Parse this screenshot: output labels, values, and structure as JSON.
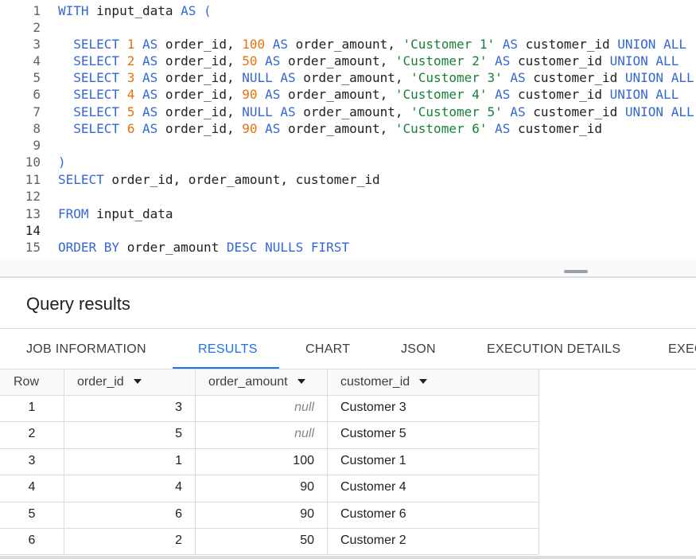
{
  "editor": {
    "lines": [
      {
        "n": "1",
        "tokens": [
          [
            "kw",
            "WITH"
          ],
          [
            "id",
            " input_data "
          ],
          [
            "kw",
            "AS"
          ],
          [
            "kw",
            " ("
          ]
        ]
      },
      {
        "n": "2",
        "tokens": []
      },
      {
        "n": "3",
        "tokens": [
          [
            "kw",
            "  SELECT"
          ],
          [
            "id",
            " "
          ],
          [
            "num",
            "1"
          ],
          [
            "id",
            " "
          ],
          [
            "kw",
            "AS"
          ],
          [
            "id",
            " order_id, "
          ],
          [
            "num",
            "100"
          ],
          [
            "id",
            " "
          ],
          [
            "kw",
            "AS"
          ],
          [
            "id",
            " order_amount, "
          ],
          [
            "str",
            "'Customer 1'"
          ],
          [
            "id",
            " "
          ],
          [
            "kw",
            "AS"
          ],
          [
            "id",
            " customer_id "
          ],
          [
            "kw",
            "UNION ALL"
          ]
        ]
      },
      {
        "n": "4",
        "tokens": [
          [
            "kw",
            "  SELECT"
          ],
          [
            "id",
            " "
          ],
          [
            "num",
            "2"
          ],
          [
            "id",
            " "
          ],
          [
            "kw",
            "AS"
          ],
          [
            "id",
            " order_id, "
          ],
          [
            "num",
            "50"
          ],
          [
            "id",
            " "
          ],
          [
            "kw",
            "AS"
          ],
          [
            "id",
            " order_amount, "
          ],
          [
            "str",
            "'Customer 2'"
          ],
          [
            "id",
            " "
          ],
          [
            "kw",
            "AS"
          ],
          [
            "id",
            " customer_id "
          ],
          [
            "kw",
            "UNION ALL"
          ]
        ]
      },
      {
        "n": "5",
        "tokens": [
          [
            "kw",
            "  SELECT"
          ],
          [
            "id",
            " "
          ],
          [
            "num",
            "3"
          ],
          [
            "id",
            " "
          ],
          [
            "kw",
            "AS"
          ],
          [
            "id",
            " order_id, "
          ],
          [
            "kw",
            "NULL"
          ],
          [
            "id",
            " "
          ],
          [
            "kw",
            "AS"
          ],
          [
            "id",
            " order_amount, "
          ],
          [
            "str",
            "'Customer 3'"
          ],
          [
            "id",
            " "
          ],
          [
            "kw",
            "AS"
          ],
          [
            "id",
            " customer_id "
          ],
          [
            "kw",
            "UNION ALL"
          ]
        ]
      },
      {
        "n": "6",
        "tokens": [
          [
            "kw",
            "  SELECT"
          ],
          [
            "id",
            " "
          ],
          [
            "num",
            "4"
          ],
          [
            "id",
            " "
          ],
          [
            "kw",
            "AS"
          ],
          [
            "id",
            " order_id, "
          ],
          [
            "num",
            "90"
          ],
          [
            "id",
            " "
          ],
          [
            "kw",
            "AS"
          ],
          [
            "id",
            " order_amount, "
          ],
          [
            "str",
            "'Customer 4'"
          ],
          [
            "id",
            " "
          ],
          [
            "kw",
            "AS"
          ],
          [
            "id",
            " customer_id "
          ],
          [
            "kw",
            "UNION ALL"
          ]
        ]
      },
      {
        "n": "7",
        "tokens": [
          [
            "kw",
            "  SELECT"
          ],
          [
            "id",
            " "
          ],
          [
            "num",
            "5"
          ],
          [
            "id",
            " "
          ],
          [
            "kw",
            "AS"
          ],
          [
            "id",
            " order_id, "
          ],
          [
            "kw",
            "NULL"
          ],
          [
            "id",
            " "
          ],
          [
            "kw",
            "AS"
          ],
          [
            "id",
            " order_amount, "
          ],
          [
            "str",
            "'Customer 5'"
          ],
          [
            "id",
            " "
          ],
          [
            "kw",
            "AS"
          ],
          [
            "id",
            " customer_id "
          ],
          [
            "kw",
            "UNION ALL"
          ]
        ]
      },
      {
        "n": "8",
        "tokens": [
          [
            "kw",
            "  SELECT"
          ],
          [
            "id",
            " "
          ],
          [
            "num",
            "6"
          ],
          [
            "id",
            " "
          ],
          [
            "kw",
            "AS"
          ],
          [
            "id",
            " order_id, "
          ],
          [
            "num",
            "90"
          ],
          [
            "id",
            " "
          ],
          [
            "kw",
            "AS"
          ],
          [
            "id",
            " order_amount, "
          ],
          [
            "str",
            "'Customer 6'"
          ],
          [
            "id",
            " "
          ],
          [
            "kw",
            "AS"
          ],
          [
            "id",
            " customer_id"
          ]
        ]
      },
      {
        "n": "9",
        "tokens": []
      },
      {
        "n": "10",
        "tokens": [
          [
            "kw",
            ")"
          ]
        ]
      },
      {
        "n": "11",
        "tokens": [
          [
            "kw",
            "SELECT"
          ],
          [
            "id",
            " order_id, order_amount, customer_id"
          ]
        ]
      },
      {
        "n": "12",
        "tokens": []
      },
      {
        "n": "13",
        "tokens": [
          [
            "kw",
            "FROM"
          ],
          [
            "id",
            " input_data"
          ]
        ]
      },
      {
        "n": "14",
        "tokens": [],
        "current": true
      },
      {
        "n": "15",
        "tokens": [
          [
            "kw",
            "ORDER BY"
          ],
          [
            "id",
            " order_amount "
          ],
          [
            "kw",
            "DESC NULLS FIRST"
          ]
        ]
      }
    ]
  },
  "results": {
    "title": "Query results",
    "tabs": [
      {
        "label": "JOB INFORMATION",
        "active": false
      },
      {
        "label": "RESULTS",
        "active": true
      },
      {
        "label": "CHART",
        "active": false
      },
      {
        "label": "JSON",
        "active": false
      },
      {
        "label": "EXECUTION DETAILS",
        "active": false
      },
      {
        "label": "EXECUTION GRAPH",
        "active": false
      }
    ],
    "columns": [
      "Row",
      "order_id",
      "order_amount",
      "customer_id"
    ],
    "rows": [
      {
        "row": "1",
        "order_id": "3",
        "order_amount": "null",
        "customer_id": "Customer 3",
        "is_null": true
      },
      {
        "row": "2",
        "order_id": "5",
        "order_amount": "null",
        "customer_id": "Customer 5",
        "is_null": true
      },
      {
        "row": "3",
        "order_id": "1",
        "order_amount": "100",
        "customer_id": "Customer 1",
        "is_null": false
      },
      {
        "row": "4",
        "order_id": "4",
        "order_amount": "90",
        "customer_id": "Customer 4",
        "is_null": false
      },
      {
        "row": "5",
        "order_id": "6",
        "order_amount": "90",
        "customer_id": "Customer 6",
        "is_null": false
      },
      {
        "row": "6",
        "order_id": "2",
        "order_amount": "50",
        "customer_id": "Customer 2",
        "is_null": false
      }
    ]
  },
  "colors": {
    "keyword": "#3367d6",
    "number": "#e8710a",
    "string": "#188038",
    "accent": "#1a73e8"
  },
  "icons": {
    "sort": "sort-arrow-down-icon",
    "splitter": "drag-handle-icon"
  }
}
